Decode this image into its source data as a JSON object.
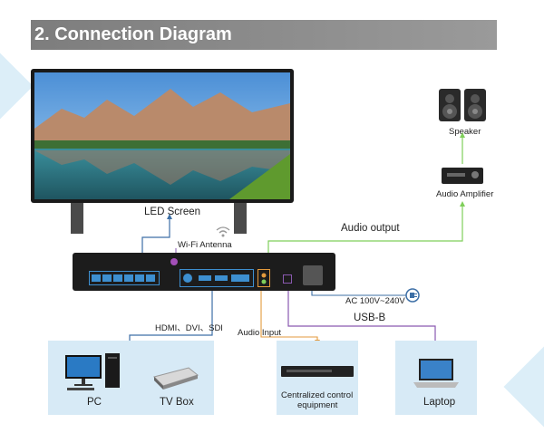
{
  "title": "2. Connection Diagram",
  "labels": {
    "led_screen": "LED Screen",
    "wifi_antenna": "Wi-Fi Antenna",
    "speaker": "Speaker",
    "audio_amplifier": "Audio Amplifier",
    "audio_output": "Audio output",
    "ac_power": "AC 100V~240V",
    "usb_b": "USB-B",
    "video_inputs": "HDMI、DVI、SDI",
    "audio_input": "Audio Input",
    "pc": "PC",
    "tv_box": "TV Box",
    "centralized_control": "Centralized control",
    "equipment": "equipment",
    "laptop": "Laptop"
  },
  "colors": {
    "title_bar": "#8a8a8a",
    "device_panel": "#d7eaf6",
    "link_blue": "#3d6fa6",
    "audio_green": "#7fcf5a",
    "audio_input_orange": "#e39a3c",
    "usb_purple": "#8a59b0"
  }
}
